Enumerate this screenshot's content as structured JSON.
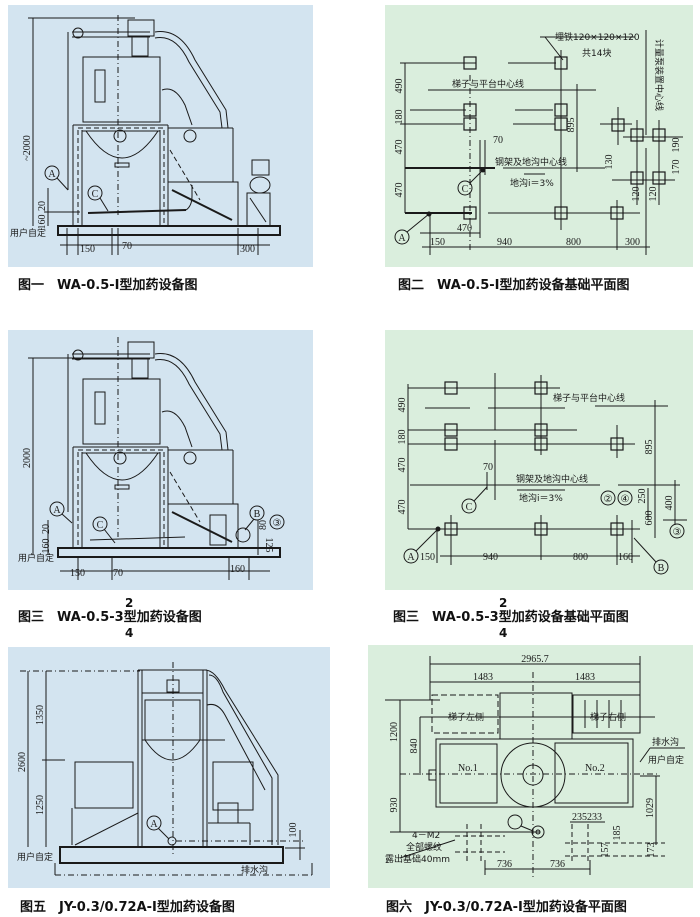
{
  "colors": {
    "blue_panel": "#d3e4f0",
    "green_panel": "#daeedd",
    "line": "#1a1a1a"
  },
  "fig1": {
    "caption": "图一　WA-0.5-Ⅰ型加药设备图",
    "labels": {
      "height": "~2000",
      "d20": "20",
      "d160": "160",
      "user": "用户自定",
      "d150": "150",
      "d70": "70",
      "d300": "300",
      "A": "A",
      "C": "C"
    }
  },
  "fig2": {
    "caption": "图二　WA-0.5-Ⅰ型加药设备基础平面图",
    "labels": {
      "embed": "埋铁120×120×120",
      "count": "共14块",
      "ladder": "梯子与平台中心线",
      "pump": "计量泵装置中心线",
      "d490": "490",
      "d180": "180",
      "d470a": "470",
      "d470b": "470",
      "d895": "895",
      "d70": "70",
      "frame": "钢架及地沟中心线",
      "trench": "地沟i＝3%",
      "d130": "130",
      "d190": "190",
      "d170": "170",
      "d120a": "120",
      "d120b": "120",
      "d470c": "470",
      "d150": "150",
      "d940": "940",
      "d800": "800",
      "d300": "300",
      "A": "A",
      "C": "C"
    }
  },
  "fig3": {
    "caption_pre": "图三　WA-0.5-",
    "caption_frac_top": "2",
    "caption_frac_mid": "3",
    "caption_frac_bottom": "4",
    "caption_post": "型加药设备图",
    "labels": {
      "height": "2000",
      "d20": "20",
      "d160": "160",
      "user": "用户自定",
      "d150": "150",
      "d70": "70",
      "d160b": "160",
      "d80": "80",
      "d125": "125",
      "A": "A",
      "B": "B",
      "C": "C",
      "c3": "③"
    }
  },
  "fig4": {
    "caption_pre": "图三　WA-0.5-",
    "caption_frac_top": "2",
    "caption_frac_mid": "3",
    "caption_frac_bottom": "4",
    "caption_post": "型加药设备基础平面图",
    "labels": {
      "ladder": "梯子与平台中心线",
      "d490": "490",
      "d180": "180",
      "d470a": "470",
      "d470b": "470",
      "d895": "895",
      "d70": "70",
      "frame": "钢架及地沟中心线",
      "trench": "地沟i＝3%",
      "d250": "250",
      "d400": "400",
      "d600": "600",
      "d150": "150",
      "d940": "940",
      "d800": "800",
      "d160": "160",
      "A": "A",
      "B": "B",
      "C": "C",
      "c2": "②",
      "c4": "④",
      "c3": "③"
    }
  },
  "fig5": {
    "caption": "图五　JY-0.3/0.72A-Ⅰ型加药设备图",
    "labels": {
      "d2600": "2600",
      "d1350": "1350",
      "d1250": "1250",
      "d100": "100",
      "user": "用户自定",
      "drain": "排水沟",
      "A": "A"
    }
  },
  "fig6": {
    "caption": "图六　JY-0.3/0.72A-Ⅰ型加药设备平面图",
    "labels": {
      "total": "2965.7",
      "half1": "1483",
      "half2": "1483",
      "ladder_left": "梯子左侧",
      "ladder_right": "梯子右侧",
      "d1200": "1200",
      "d840": "840",
      "d930": "930",
      "no1": "No.1",
      "no2": "No.2",
      "drain": "排水沟",
      "user": "用户自定",
      "d1029": "1029",
      "d235233": "235233",
      "d185": "185",
      "d157": "157",
      "d173": "173",
      "bolt1": "4－M2",
      "bolt2": "全部螺纹",
      "bolt3": "露出基础40mm",
      "d736a": "736",
      "d736b": "736"
    }
  }
}
